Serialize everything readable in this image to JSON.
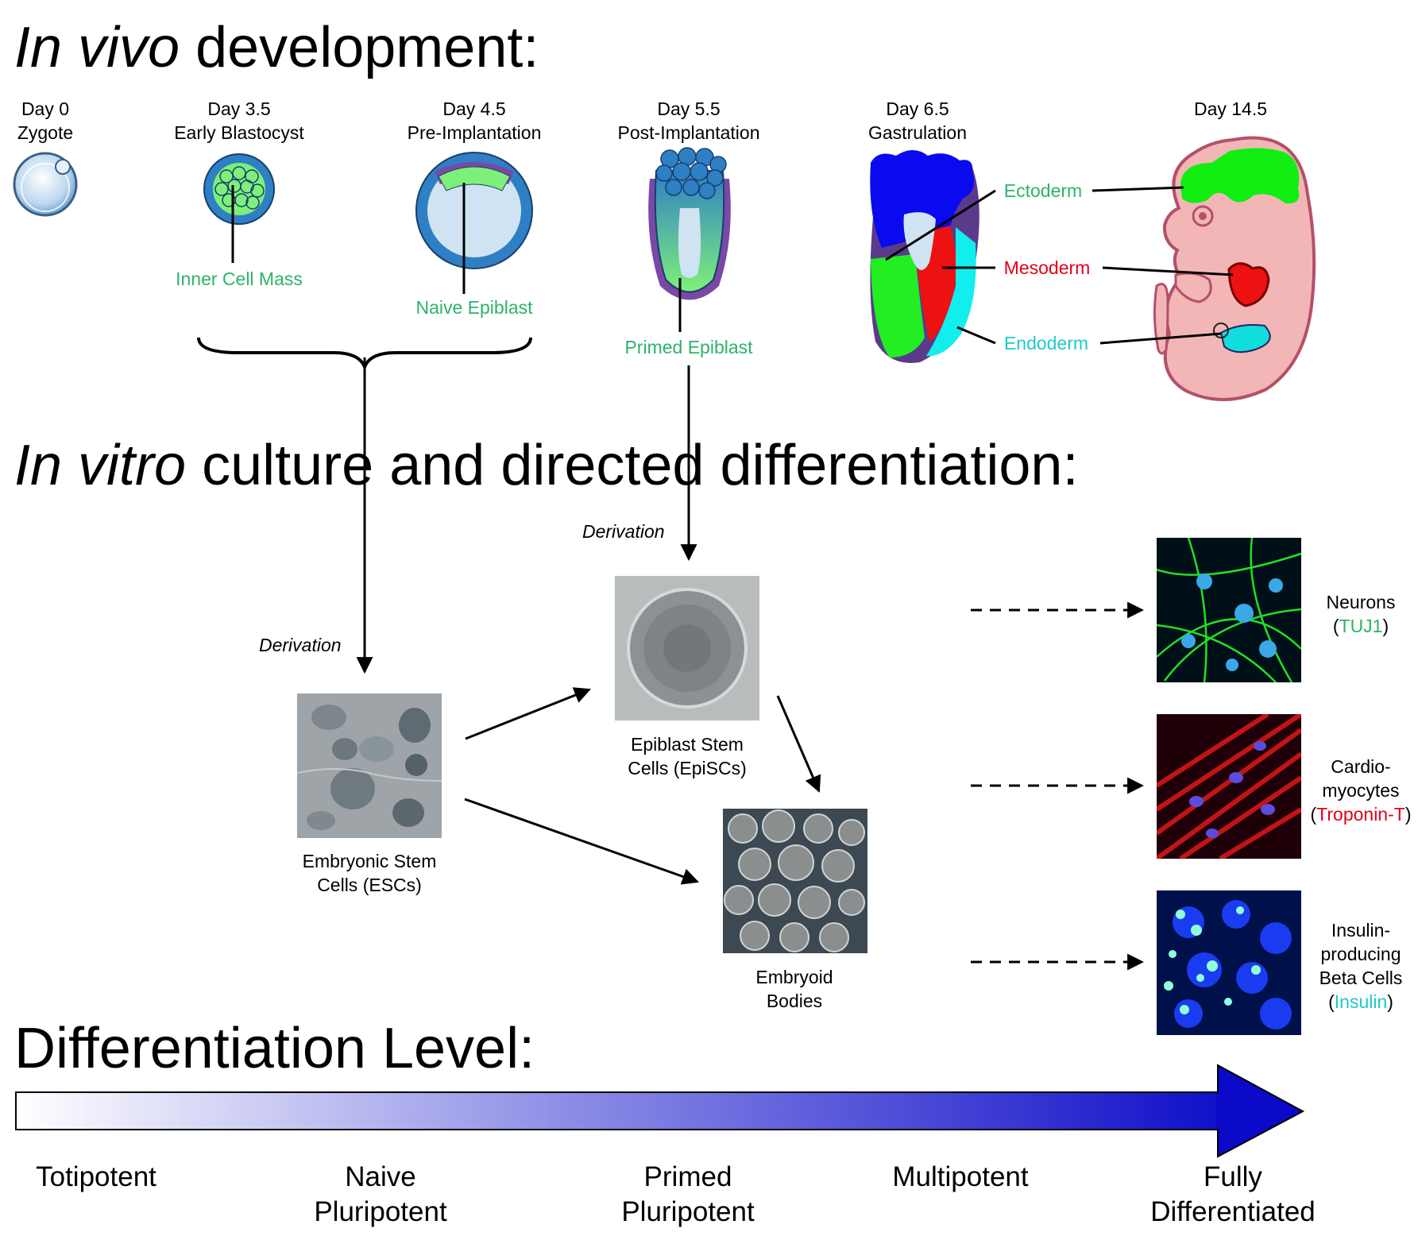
{
  "headings": {
    "in_vivo": {
      "italic": "In vivo",
      "rest": " development:"
    },
    "in_vitro": {
      "italic": "In vitro",
      "rest": " culture and directed differentiation:"
    },
    "level": "Differentiation Level:"
  },
  "stages": [
    {
      "day": "Day 0",
      "name": "Zygote"
    },
    {
      "day": "Day 3.5",
      "name": "Early Blastocyst"
    },
    {
      "day": "Day 4.5",
      "name": "Pre-Implantation"
    },
    {
      "day": "Day 5.5",
      "name": "Post-Implantation"
    },
    {
      "day": "Day 6.5",
      "name": "Gastrulation"
    },
    {
      "day": "Day 14.5",
      "name": ""
    }
  ],
  "cell_labels": {
    "icm": "Inner Cell Mass",
    "naive": "Naive Epiblast",
    "primed": "Primed Epiblast"
  },
  "germ_layers": {
    "ectoderm": "Ectoderm",
    "mesoderm": "Mesoderm",
    "endoderm": "Endoderm"
  },
  "derivation_label": "Derivation",
  "cultures": {
    "esc": [
      "Embryonic Stem",
      "Cells (ESCs)"
    ],
    "episc": [
      "Epiblast Stem",
      "Cells (EpiSCs)"
    ],
    "eb": [
      "Embryoid",
      "Bodies"
    ]
  },
  "outcomes": {
    "neurons": {
      "lines": [
        "Neurons"
      ],
      "marker": "TUJ1"
    },
    "cardio": {
      "lines": [
        "Cardio-",
        "myocytes"
      ],
      "marker": "Troponin-T"
    },
    "beta": {
      "lines": [
        "Insulin-",
        "producing",
        "Beta Cells"
      ],
      "marker": "Insulin"
    }
  },
  "levels": [
    [
      "Totipotent"
    ],
    [
      "Naive",
      "Pluripotent"
    ],
    [
      "Primed",
      "Pluripotent"
    ],
    [
      "Multipotent"
    ],
    [
      "Fully",
      "Differentiated"
    ]
  ],
  "colors": {
    "cell_blue": "#2f7fc4",
    "epiblast_green": "#7ef07a",
    "blastocoel": "#cfe3f2",
    "trophectoderm_purple": "#7a48a6",
    "ectoderm": "#00e600",
    "mesoderm": "#ee1111",
    "endoderm": "#00ffff",
    "embryo_pink": "#f3b6b6",
    "arrow_blue": "#0a0ac8"
  }
}
